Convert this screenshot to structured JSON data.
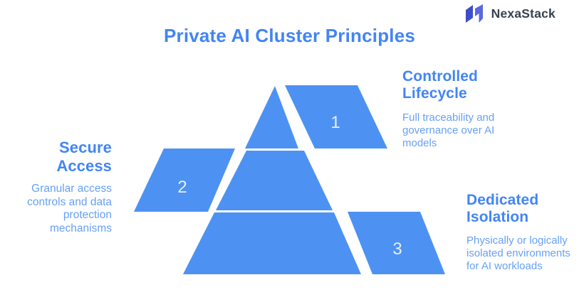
{
  "brand": {
    "name": "NexaStack"
  },
  "title": "Private AI Cluster Principles",
  "diagram": {
    "type": "pyramid",
    "levels": 3,
    "principles": [
      {
        "number": "1",
        "heading": "Controlled Lifecycle",
        "description": "Full traceability and governance over AI models",
        "side": "right",
        "level": "top"
      },
      {
        "number": "2",
        "heading": "Secure Access",
        "description": "Granular access controls and data protection mechanisms",
        "side": "left",
        "level": "middle"
      },
      {
        "number": "3",
        "heading": "Dedicated Isolation",
        "description": "Physically or logically isolated environments for AI workloads",
        "side": "right",
        "level": "bottom"
      }
    ]
  },
  "colors": {
    "shape_blue": "#4d92f2",
    "heading_blue": "#4285f4",
    "body_blue": "#66a0f5",
    "number_text": "#e9eff9",
    "logo_dark": "#3e4ec8",
    "logo_light": "#5a67e0",
    "logo_text": "#36414f",
    "background": "#ffffff"
  }
}
